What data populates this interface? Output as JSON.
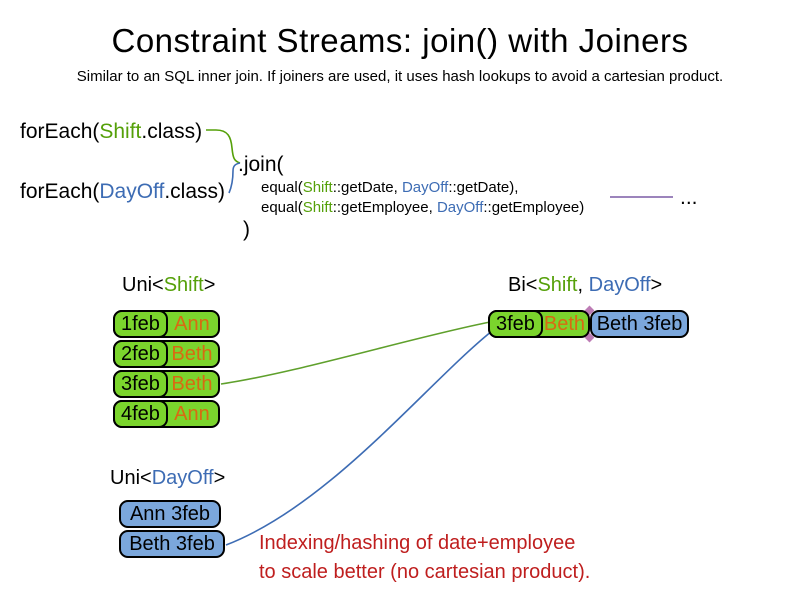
{
  "title": "Constraint Streams: join() with Joiners",
  "subtitle": "Similar to an SQL inner join. If joiners are used, it uses hash lookups to avoid a cartesian product.",
  "code": {
    "line1": {
      "p1": "forEach(",
      "p2": "Shift",
      "p3": ".class)"
    },
    "line2": {
      "p1": "forEach(",
      "p2": "DayOff",
      "p3": ".class)"
    },
    "join_open": ".join(",
    "equal1": {
      "p1": "equal(",
      "p2": "Shift",
      "p3": "::getDate, ",
      "p4": "DayOff",
      "p5": "::getDate),"
    },
    "equal2": {
      "p1": "equal(",
      "p2": "Shift",
      "p3": "::getEmployee, ",
      "p4": "DayOff",
      "p5": "::getEmployee)"
    },
    "join_close": ")",
    "more": "..."
  },
  "labels": {
    "uni_shift": {
      "p1": "Uni<",
      "p2": "Shift",
      "p3": ">"
    },
    "bi": {
      "p1": "Bi<",
      "p2": "Shift",
      "p3": ", ",
      "p4": "DayOff",
      "p5": ">"
    },
    "uni_dayoff": {
      "p1": "Uni<",
      "p2": "DayOff",
      "p3": ">"
    }
  },
  "shift_table": {
    "rows": [
      {
        "date": "1feb",
        "name": "Ann"
      },
      {
        "date": "2feb",
        "name": "Beth"
      },
      {
        "date": "3feb",
        "name": "Beth"
      },
      {
        "date": "4feb",
        "name": "Ann"
      }
    ]
  },
  "dayoff_table": {
    "rows": [
      {
        "text": "Ann 3feb"
      },
      {
        "text": "Beth 3feb"
      }
    ]
  },
  "bi_result": {
    "shift": {
      "date": "3feb",
      "name": "Beth"
    },
    "dayoff": "Beth 3feb"
  },
  "annotation": {
    "line1": "Indexing/hashing of date+employee",
    "line2": "to scale better (no cartesian product)."
  },
  "colors": {
    "shift_green": "#55a009",
    "dayoff_blue": "#3d6cb4",
    "row_green_fill": "#7bd42d",
    "row_blue_fill": "#7ba7dc",
    "employee_orange": "#d96a12",
    "annotation_red": "#bf1e1e",
    "joiner_purple": "#7c5ba5"
  }
}
